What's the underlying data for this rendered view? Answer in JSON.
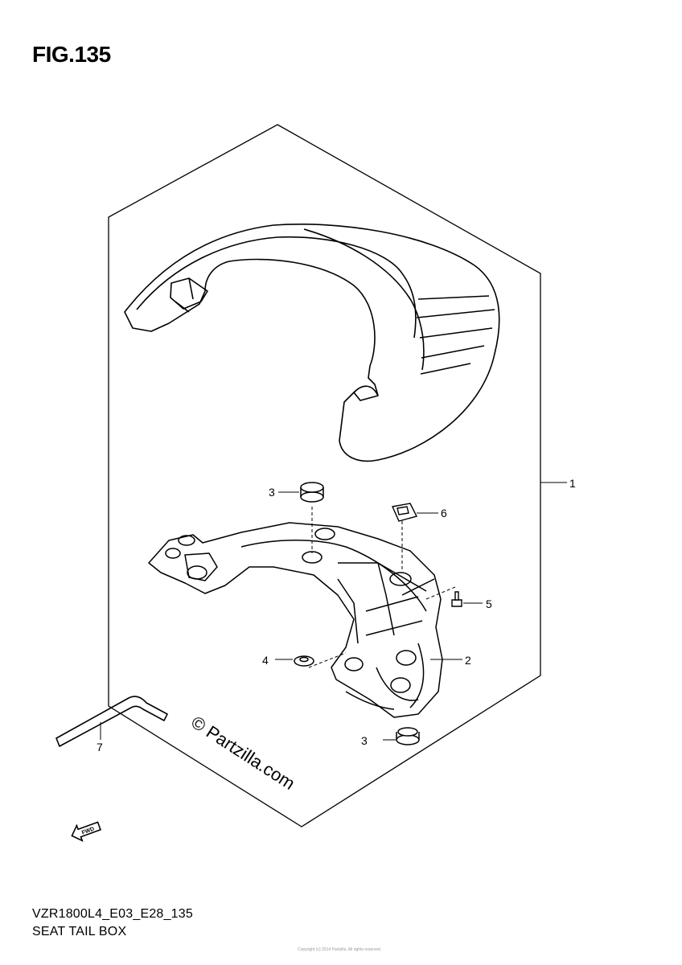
{
  "figure": {
    "title": "FIG.135",
    "model_code": "VZR1800L4_E03_E28_135",
    "assembly_name": "SEAT TAIL BOX"
  },
  "callouts": {
    "c1": "1",
    "c2": "2",
    "c3_top": "3",
    "c3_bottom": "3",
    "c4": "4",
    "c5": "5",
    "c6": "6",
    "c7": "7"
  },
  "watermark": "© Partzilla.com",
  "fwd_label": "FWD",
  "copyright_small": "Copyright (c) 2014 Partzilla. All rights reserved."
}
